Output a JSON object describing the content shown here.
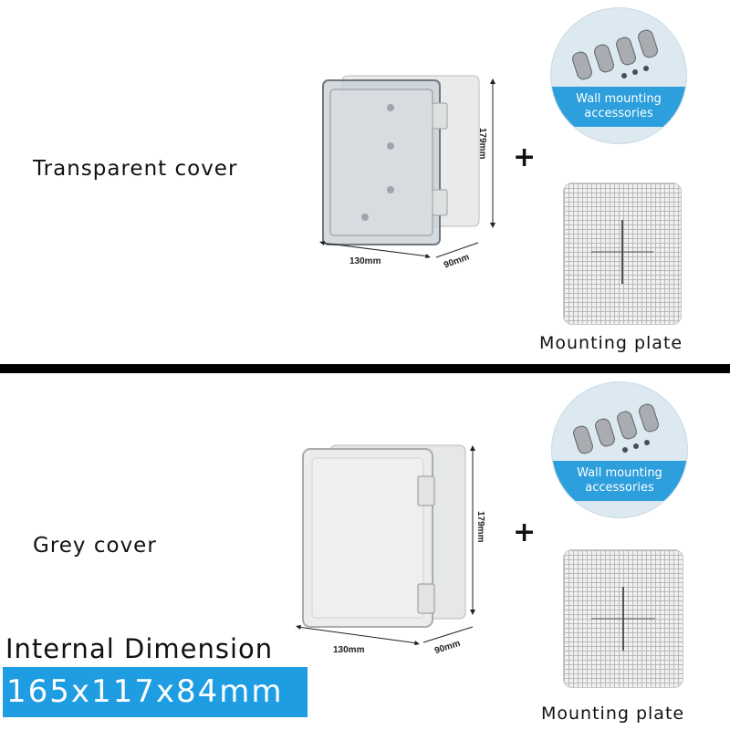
{
  "top_section": {
    "label": "Transparent cover",
    "dims": {
      "width": "130mm",
      "depth": "90mm",
      "height": "179mm"
    },
    "plus": "+",
    "accessories_label": "Wall mounting accessories",
    "plate_label": "Mounting plate"
  },
  "bottom_section": {
    "label": "Grey cover",
    "dims": {
      "width": "130mm",
      "depth": "90mm",
      "height": "179mm"
    },
    "plus": "+",
    "accessories_label": "Wall mounting accessories",
    "plate_label": "Mounting plate"
  },
  "internal": {
    "title": "Internal Dimension",
    "value": "165x117x84mm"
  },
  "colors": {
    "accent": "#1e9de3",
    "divider": "#000000",
    "box_grey": "#e8e8e8"
  }
}
